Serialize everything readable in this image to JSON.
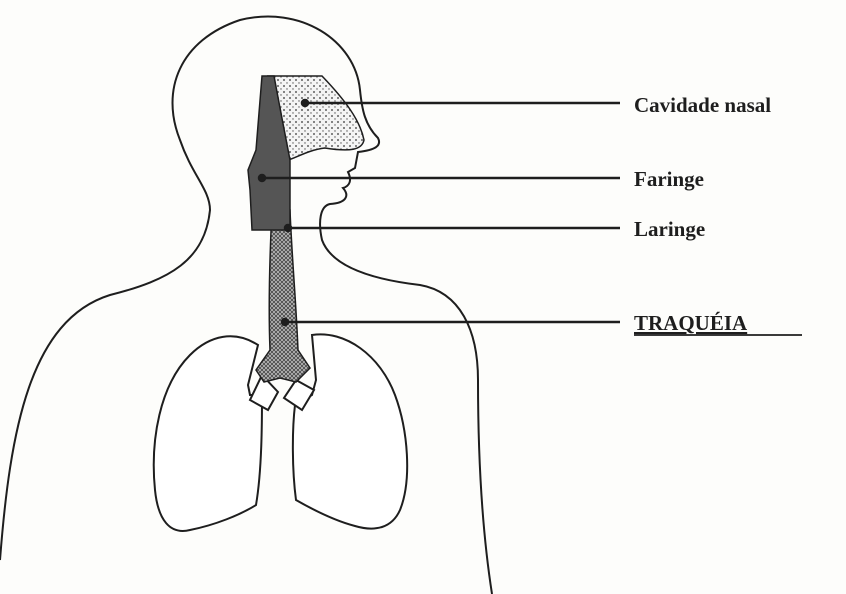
{
  "labels": {
    "nasal_cavity": "Cavidade nasal",
    "pharynx": "Faringe",
    "larynx": "Laringe",
    "trachea": "TRAQUÉIA"
  },
  "colors": {
    "background": "#fdfdfb",
    "outline": "#1e1e1e",
    "pharynx_fill": "#555555",
    "nasal_fill": "#ececec",
    "trachea_fill": "#c8c8c8"
  }
}
